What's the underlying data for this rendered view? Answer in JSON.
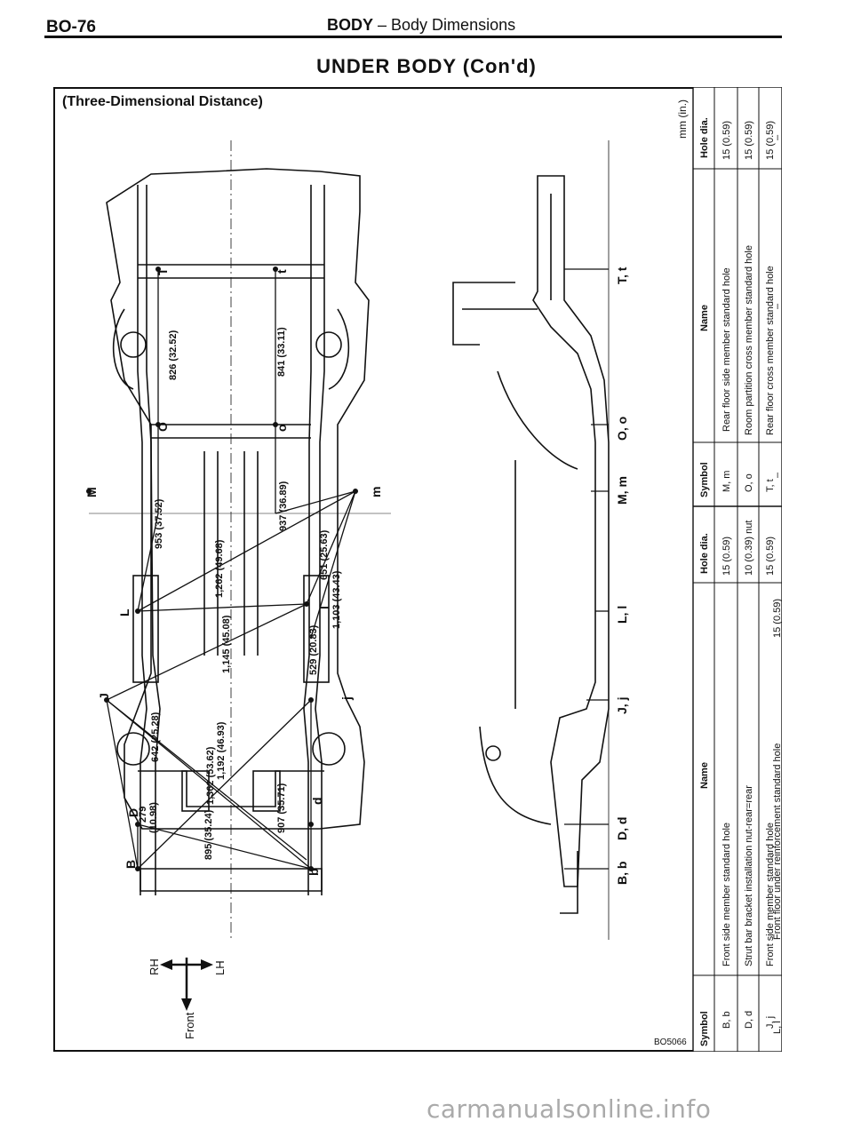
{
  "header": {
    "page_number": "BO-76",
    "section": "BODY",
    "section_sep": " – ",
    "subsection": "Body Dimensions"
  },
  "title": "UNDER BODY (Con'd)",
  "subtitle": "(Three-Dimensional Distance)",
  "units_note": "mm (in.)",
  "image_code": "BO5066",
  "orientation": {
    "front": "Front",
    "rh": "RH",
    "lh": "LH"
  },
  "point_labels": {
    "T": "T",
    "t": "t",
    "O": "O",
    "o": "o",
    "M": "M",
    "m": "m",
    "L": "L",
    "l": "l",
    "J": "J",
    "j": "j",
    "D": "D",
    "d": "d",
    "B": "B",
    "b": "b"
  },
  "side_view_labels": {
    "tt": "T, t",
    "oo": "O, o",
    "mm": "M, m",
    "ll": "L, l",
    "jj": "J, j",
    "dd": "D, d",
    "bb": "B, b"
  },
  "dimensions": {
    "d1": "826 (32.52)",
    "d2": "841 (33.11)",
    "d3": "953 (37.52)",
    "d4": "937 (36.89)",
    "d5": "1,262 (49.68)",
    "d6": "651 (25.63)",
    "d7": "1,103 (43.43)",
    "d8": "1,145 (45.08)",
    "d9": "529 (20.83)",
    "d10": "1,192 (46.93)",
    "d11": "1,362 (53.62)",
    "d12": "895 (35.24)",
    "d13": "907 (35.71)",
    "d14": "642 (25.28)",
    "d15": "279",
    "d16": "(10.98)"
  },
  "table_left": {
    "headers": {
      "symbol": "Symbol",
      "name": "Name",
      "hole_dia": "Hole dia."
    },
    "rows": [
      {
        "symbol": "B, b",
        "name": "Front side member standard hole",
        "hole_dia": "15 (0.59)"
      },
      {
        "symbol": "D, d",
        "name": "Strut bar bracket installation nut-rear=rear",
        "hole_dia": "10 (0.39) nut"
      },
      {
        "symbol": "J, j",
        "name": "Front side member standard hole",
        "hole_dia": "15 (0.59)"
      },
      {
        "symbol": "L, l",
        "name": "Front floor under reinforcement standard hole",
        "hole_dia": "15 (0.59)"
      }
    ]
  },
  "table_right": {
    "headers": {
      "symbol": "Symbol",
      "name": "Name",
      "hole_dia": "Hole dia."
    },
    "rows": [
      {
        "symbol": "M, m",
        "name": "Rear floor side member standard hole",
        "hole_dia": "15 (0.59)"
      },
      {
        "symbol": "O, o",
        "name": "Room partition cross member standard hole",
        "hole_dia": "15 (0.59)"
      },
      {
        "symbol": "T, t",
        "name": "Rear floor cross member standard hole",
        "hole_dia": "15 (0.59)"
      },
      {
        "symbol": "–",
        "name": "–",
        "hole_dia": "–"
      }
    ]
  },
  "watermark": "carmanualsonline.info"
}
